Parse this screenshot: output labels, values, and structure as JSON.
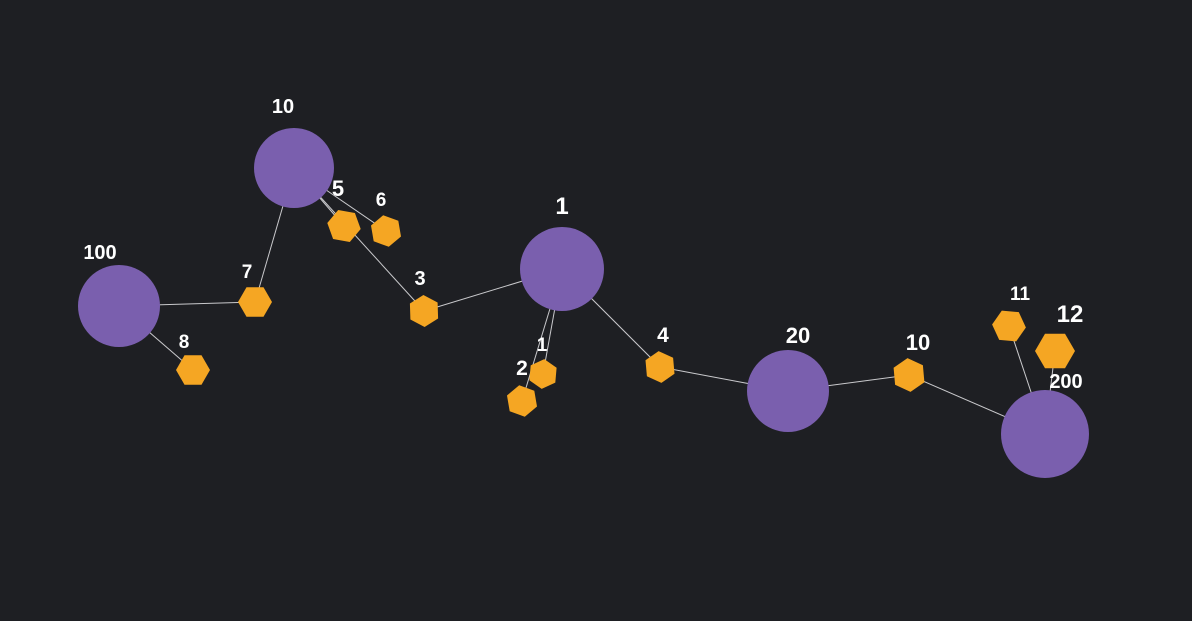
{
  "colors": {
    "background": "#1e1f23",
    "large_node": "#7a5fae",
    "small_node": "#f5a623",
    "edge": "#c9c9cc",
    "label": "#ffffff"
  },
  "nodes": [
    {
      "id": "n100",
      "label": "100",
      "kind": "large"
    },
    {
      "id": "n10a",
      "label": "10",
      "kind": "large"
    },
    {
      "id": "n1",
      "label": "1",
      "kind": "large"
    },
    {
      "id": "n20",
      "label": "20",
      "kind": "large"
    },
    {
      "id": "n200",
      "label": "200",
      "kind": "large"
    },
    {
      "id": "s7",
      "label": "7",
      "kind": "small"
    },
    {
      "id": "s8",
      "label": "8",
      "kind": "small"
    },
    {
      "id": "s5",
      "label": "5",
      "kind": "small"
    },
    {
      "id": "s6",
      "label": "6",
      "kind": "small"
    },
    {
      "id": "s3",
      "label": "3",
      "kind": "small"
    },
    {
      "id": "s1",
      "label": "1",
      "kind": "small"
    },
    {
      "id": "s2",
      "label": "2",
      "kind": "small"
    },
    {
      "id": "s4",
      "label": "4",
      "kind": "small"
    },
    {
      "id": "s10",
      "label": "10",
      "kind": "small"
    },
    {
      "id": "s11",
      "label": "11",
      "kind": "small"
    },
    {
      "id": "s12",
      "label": "12",
      "kind": "small"
    }
  ],
  "edges": [
    [
      "n100",
      "s7"
    ],
    [
      "n100",
      "s8"
    ],
    [
      "s7",
      "n10a"
    ],
    [
      "n10a",
      "s5"
    ],
    [
      "n10a",
      "s6"
    ],
    [
      "n10a",
      "s3"
    ],
    [
      "s3",
      "n1"
    ],
    [
      "n1",
      "s1"
    ],
    [
      "n1",
      "s2"
    ],
    [
      "n1",
      "s4"
    ],
    [
      "s4",
      "n20"
    ],
    [
      "n20",
      "s10"
    ],
    [
      "s10",
      "n200"
    ],
    [
      "s11",
      "n200"
    ],
    [
      "s12",
      "n200"
    ]
  ]
}
